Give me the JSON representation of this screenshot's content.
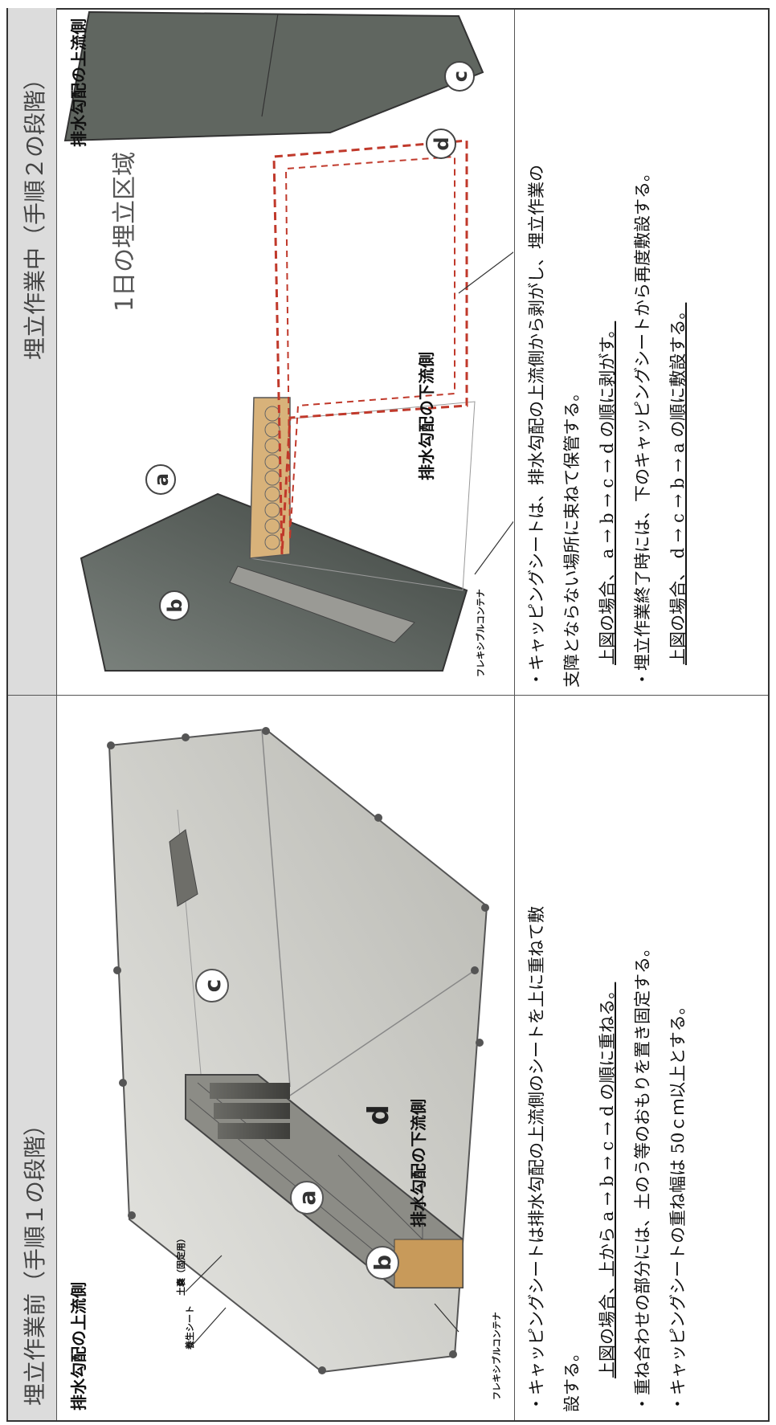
{
  "left_panel": {
    "header": "埋立作業前（手順１の段階）",
    "upstream_label": "排水勾配の上流側",
    "downstream_label": "排水勾配の下流側",
    "sheet_label": "養生シート",
    "sandbag_label": "土嚢（固定用）",
    "container_label": "フレキシブルコンテナ",
    "markers": [
      "a",
      "b",
      "c",
      "d"
    ],
    "bullets": [
      "・キャッピングシートは排水勾配の上流側のシートを上に重ねて敷",
      "設する。",
      "上図の場合、上から a → b → c → d の順に重ねる。",
      "・重ね合わせの部分には、土のう等のおもりを置き固定する。",
      "・キャッピングシートの重ね幅は 50ｃｍ以上とする。"
    ]
  },
  "right_panel": {
    "header": "埋立作業中（手順２の段階）",
    "upstream_label": "排水勾配の上流側",
    "downstream_label": "排水勾配の下流側",
    "area_label": "1日の埋立区域",
    "container_label": "フレキシブルコンテナ",
    "markers": [
      "a",
      "b",
      "c",
      "d"
    ],
    "bullets": [
      "・キャッピングシートは、排水勾配の上流側から剥がし、埋立作業の",
      "支障とならない場所に束ねて保管する。",
      "上図の場合、 a → b → c → d の順に剥がす。",
      "・埋立作業終了時には、下のキャッピングシートから再度敷設する。",
      "上図の場合、 d → c → b → a の順に敷設する。"
    ]
  },
  "colors": {
    "dashed_area": "#c0392b",
    "header_bg": "#dcdcdc"
  }
}
